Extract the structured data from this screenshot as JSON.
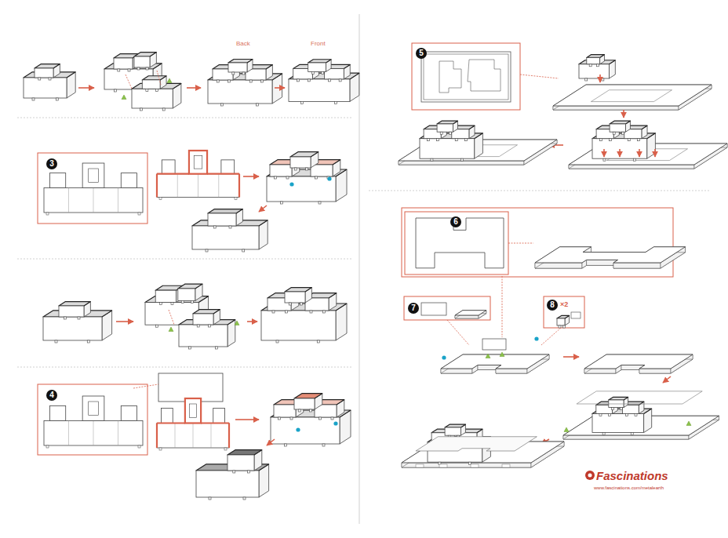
{
  "diagram": {
    "labels": [
      "Back",
      "Front",
      "3",
      "4",
      "5",
      "6",
      "7",
      "8",
      "×2",
      "Fascinations",
      "www.fascinations.com/metalearth"
    ]
  }
}
